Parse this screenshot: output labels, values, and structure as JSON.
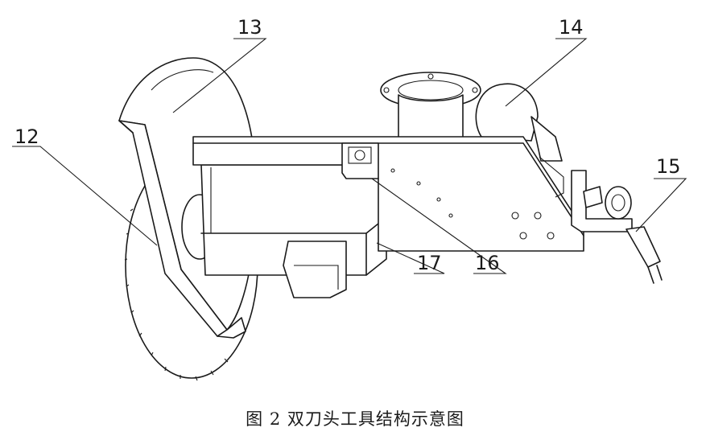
{
  "labels": {
    "l12": "12",
    "l13": "13",
    "l14": "14",
    "l15": "15",
    "l16": "16",
    "l17": "17"
  },
  "caption": "图 2 双刀头工具结构示意图"
}
